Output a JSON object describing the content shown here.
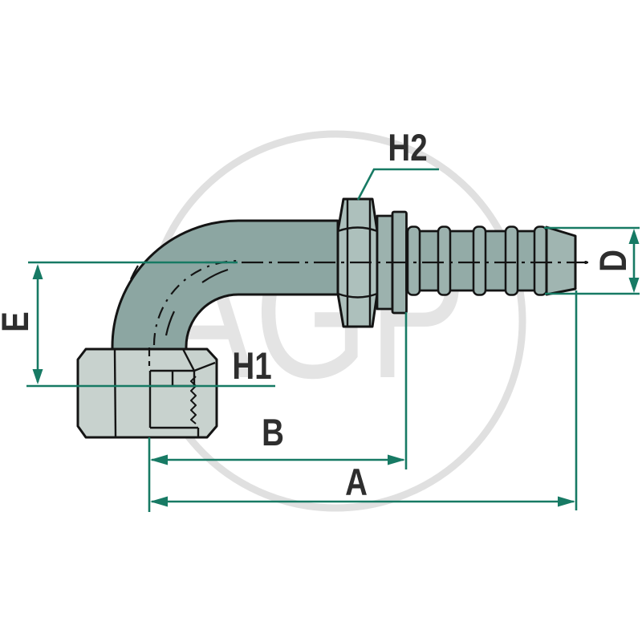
{
  "watermark": {
    "text": "AGP"
  },
  "labels": {
    "h2": "H2",
    "h1": "H1",
    "e": "E",
    "d": "D",
    "b": "B",
    "a": "A"
  },
  "colors": {
    "dimension_teal": "#177a64",
    "outline_black": "#141414",
    "label_text": "#2e2e2e",
    "body_fill": "#8ca6a2",
    "hex_fill": "#adc0bc",
    "collar_fill": "#9cb2ae",
    "barb_fill": "#93aba7",
    "cone_fill": "#a0b5b1",
    "nut_fill": "#c8d2ce",
    "watermark_gray": "#e0e0e0",
    "watermark_letters": "#e4e4e4",
    "background": "#ffffff"
  }
}
